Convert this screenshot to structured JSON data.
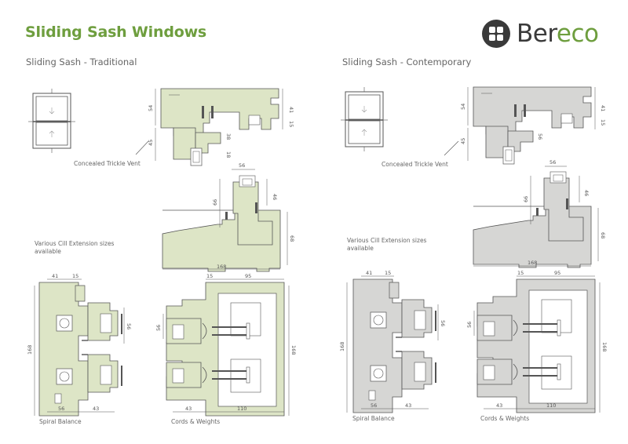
{
  "header": {
    "title": "Sliding Sash Windows",
    "brand": "Bereco",
    "brand_prefix": "Ber",
    "brand_suffix": "eco"
  },
  "colors": {
    "traditional_fill": "#dde5c6",
    "contemporary_fill": "#d6d6d4",
    "brand_green": "#6e9e3e",
    "line": "#555555"
  },
  "traditional": {
    "heading": "Sliding Sash - Traditional",
    "trickle_vent_label": "Concealed Trickle Vent",
    "cill_note": "Various Cill Extension sizes available",
    "spiral_label": "Spiral Balance",
    "cords_label": "Cords & Weights",
    "dims": {
      "top_54": "54",
      "top_41": "41",
      "top_15": "15",
      "top_45": "45",
      "top_38": "38",
      "top_18": "18",
      "cill_56": "56",
      "cill_46": "46",
      "cill_66": "66",
      "cill_68": "68",
      "cill_168": "168",
      "sp_41": "41",
      "sp_15": "15",
      "sp_56": "56",
      "sp_168": "168",
      "sp_b56": "56",
      "sp_b43": "43",
      "cw_15": "15",
      "cw_95": "95",
      "cw_56": "56",
      "cw_168": "168",
      "cw_43": "43",
      "cw_110": "110"
    }
  },
  "contemporary": {
    "heading": "Sliding Sash - Contemporary",
    "trickle_vent_label": "Concealed Trickle Vent",
    "cill_note": "Various Cill Extension sizes available",
    "spiral_label": "Spiral Balance",
    "cords_label": "Cords & Weights",
    "dims": {
      "top_54": "54",
      "top_41": "41",
      "top_15": "15",
      "top_45": "45",
      "top_56": "56",
      "cill_56": "56",
      "cill_46": "46",
      "cill_66": "66",
      "cill_68": "68",
      "cill_168": "168",
      "sp_41": "41",
      "sp_15": "15",
      "sp_56": "56",
      "sp_168": "168",
      "sp_b56": "56",
      "sp_b43": "43",
      "cw_15": "15",
      "cw_95": "95",
      "cw_56": "56",
      "cw_168": "168",
      "cw_43": "43",
      "cw_110": "110"
    }
  }
}
